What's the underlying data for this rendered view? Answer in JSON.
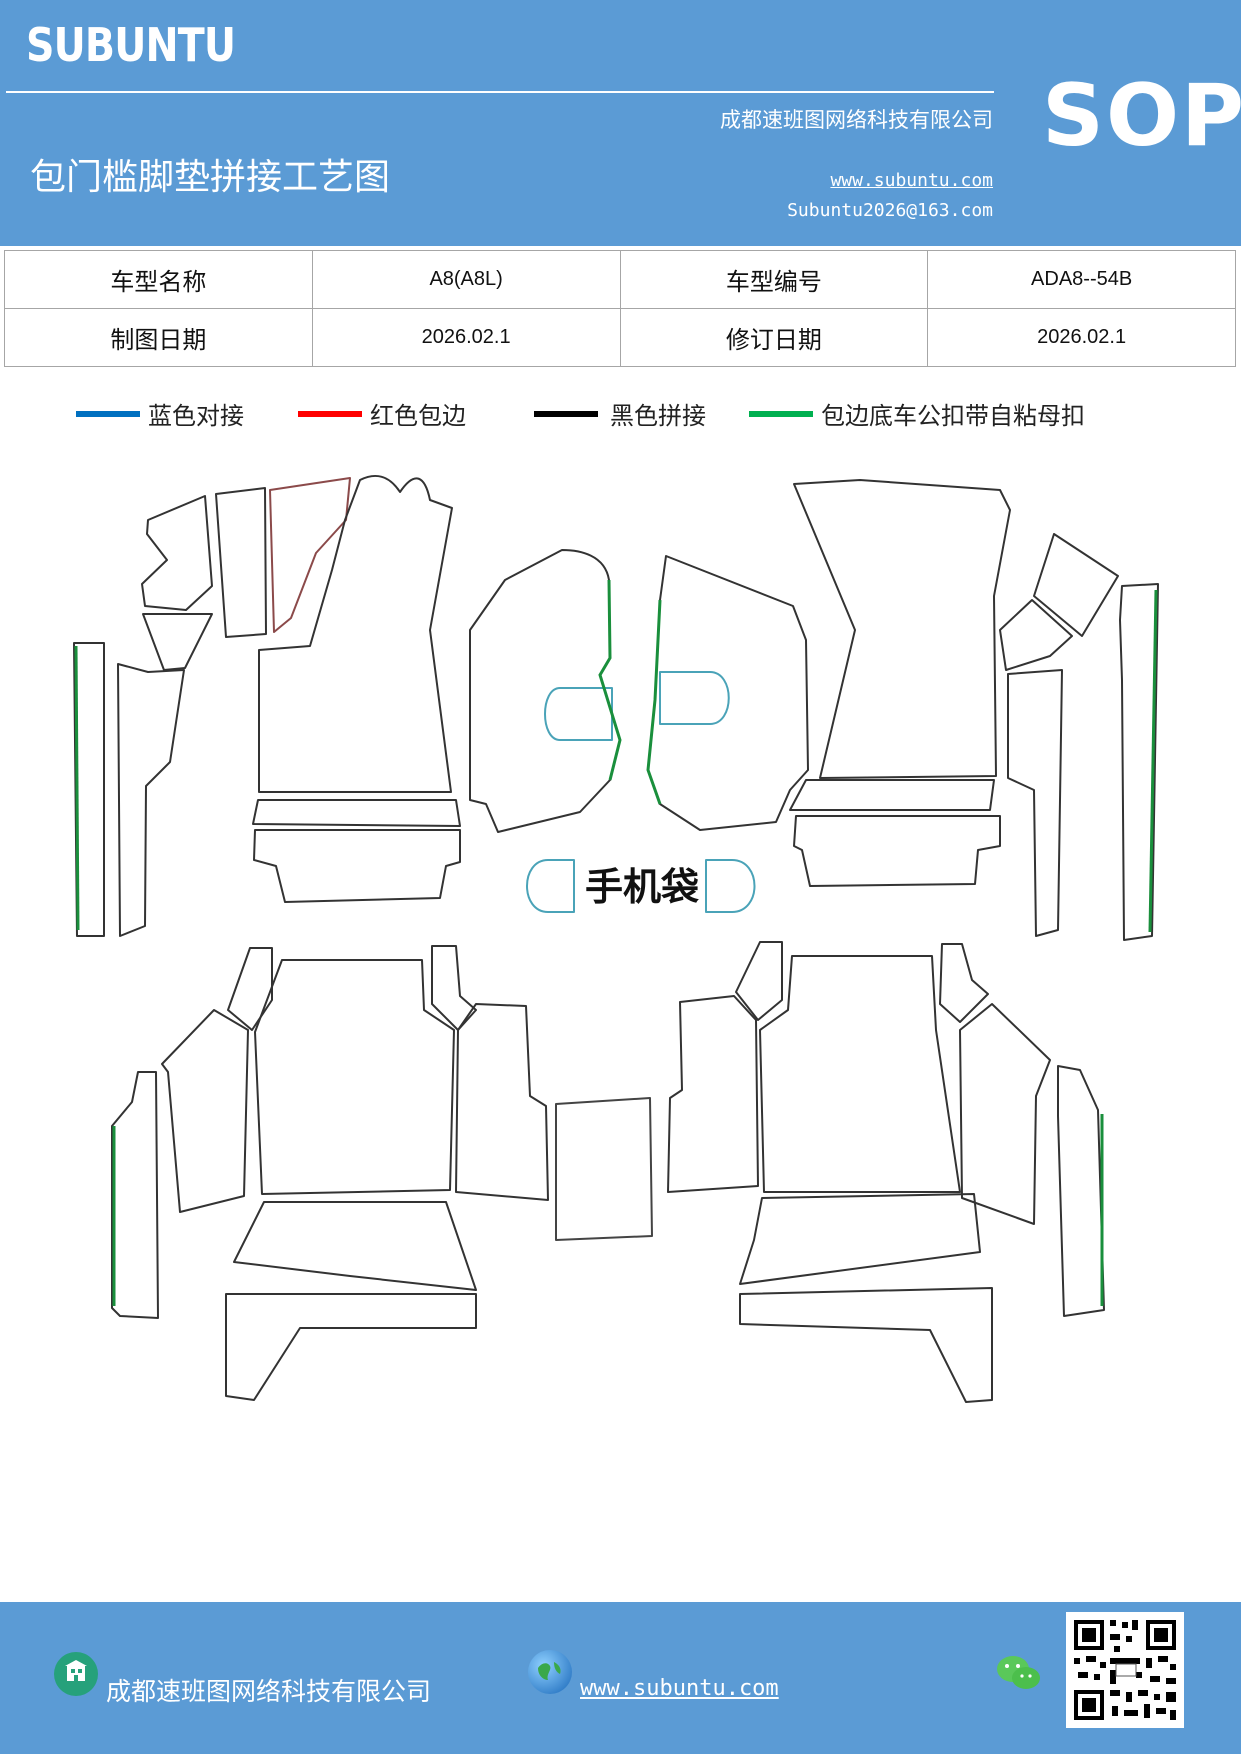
{
  "header": {
    "logo_text": "SUBUNTU",
    "company": "成都速班图网络科技有限公司",
    "title": "包门槛脚垫拼接工艺图",
    "website": "www.subuntu.com",
    "email": "Subuntu2026@163.com",
    "badge": "SOP",
    "bg_color": "#5b9bd5"
  },
  "info_table": {
    "rows": [
      {
        "label1": "车型名称",
        "value1": "A8(A8L)",
        "label2": "车型编号",
        "value2": "ADA8--54B"
      },
      {
        "label1": "制图日期",
        "value1": "2026.02.1",
        "label2": "修订日期",
        "value2": "2026.02.1"
      }
    ]
  },
  "legend": {
    "items": [
      {
        "label": "蓝色对接",
        "color": "#0070c0"
      },
      {
        "label": "红色包边",
        "color": "#ff0000"
      },
      {
        "label": "黑色拼接",
        "color": "#000000"
      },
      {
        "label": "包边底车公扣带自粘母扣",
        "color": "#00b050"
      }
    ]
  },
  "diagram": {
    "pocket_label": "手机袋"
  },
  "footer": {
    "company": "成都速班图网络科技有限公司",
    "website": "www.subuntu.com",
    "building_icon": "building-icon",
    "globe_icon": "globe-icon",
    "wechat_icon": "wechat-icon",
    "qr_icon": "qr-code"
  }
}
